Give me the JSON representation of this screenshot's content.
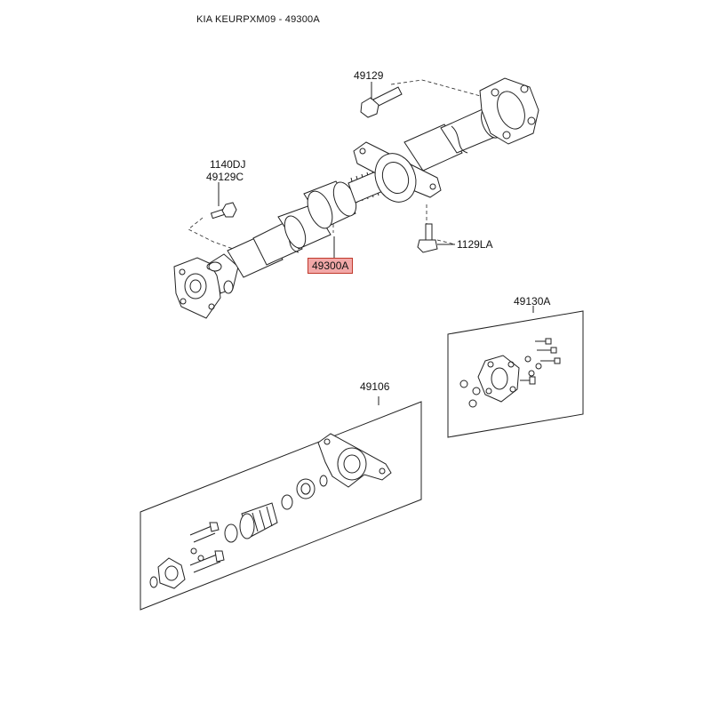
{
  "header": {
    "title": "KIA KEURPXM09 - 49300A"
  },
  "labels": {
    "l49129": "49129",
    "l1140dj": "1140DJ",
    "l49129c": "49129C",
    "l1129la": "1129LA",
    "l49300a": "49300A",
    "l49130a": "49130A",
    "l49106": "49106"
  },
  "colors": {
    "highlight_fill": "#f2a8a8",
    "highlight_border": "#c0392b",
    "line": "#222222"
  }
}
